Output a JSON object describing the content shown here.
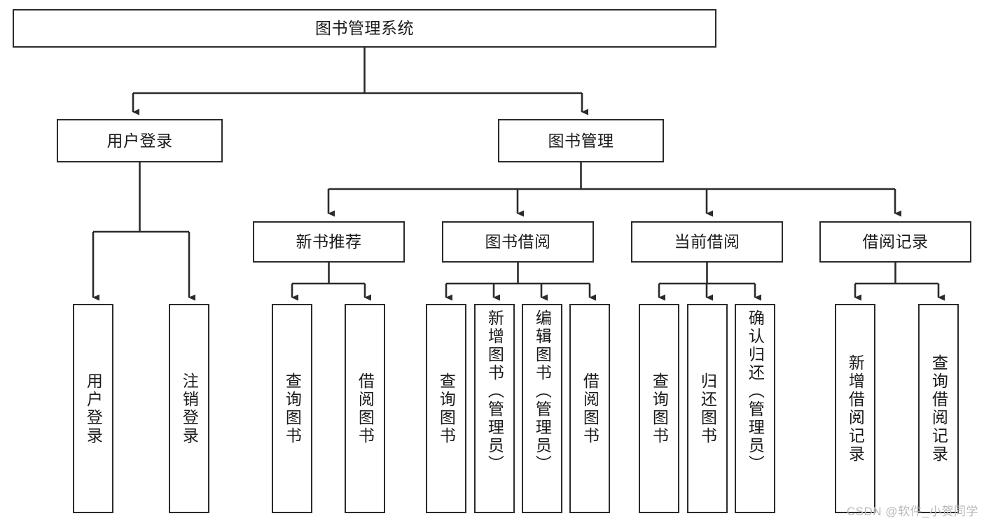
{
  "diagram": {
    "title": "图书管理系统",
    "type": "tree",
    "watermark": "CSDN @软件_小贺同学",
    "colors": {
      "stroke": "#2b2b2b",
      "fill": "#ffffff",
      "text": "#1a1a1a",
      "watermark": "#b9b9b9"
    },
    "nodes": {
      "root": "图书管理系统",
      "level2": [
        "用户登录",
        "图书管理"
      ],
      "level3": [
        "新书推荐",
        "图书借阅",
        "当前借阅",
        "借阅记录"
      ],
      "leaves_user_login": [
        "用户登录",
        "注销登录"
      ],
      "leaves_new_book": [
        "查询图书",
        "借阅图书"
      ],
      "leaves_borrow": [
        "查询图书",
        "新增图书（管理员）",
        "编辑图书（管理员）",
        "借阅图书"
      ],
      "leaves_current": [
        "查询图书",
        "归还图书",
        "确认归还（管理员）"
      ],
      "leaves_records": [
        "新增借阅记录",
        "查询借阅记录"
      ]
    }
  }
}
